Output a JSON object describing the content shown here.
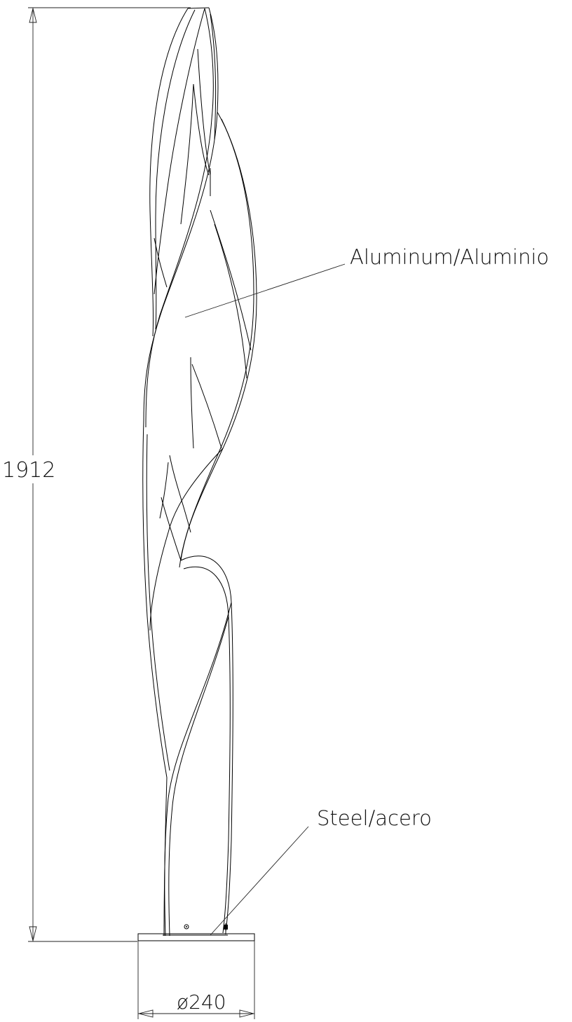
{
  "drawing": {
    "height_dimension": "1912",
    "diameter_dimension": "ø240",
    "callout_top": "Aluminum/Aluminio",
    "callout_bottom": "Steel/acero"
  },
  "colors": {
    "line": "#000000",
    "background": "#ffffff"
  }
}
